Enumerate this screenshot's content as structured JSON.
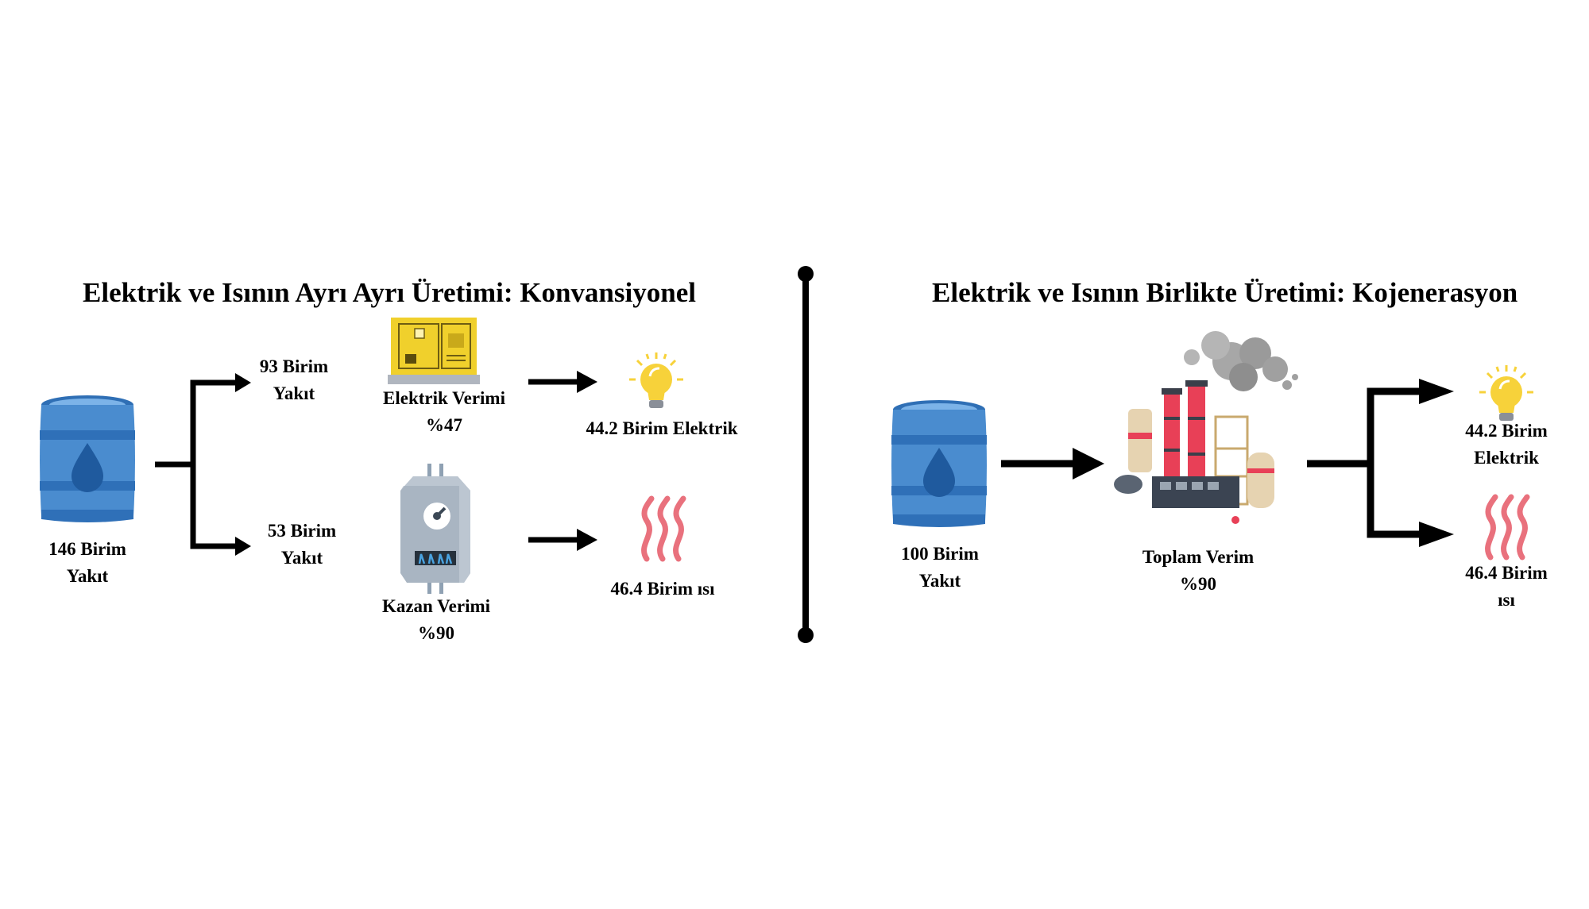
{
  "left": {
    "title": "Elektrik ve Isının Ayrı Ayrı Üretimi: Konvansiyonel",
    "fuel": {
      "line1": "146 Birim",
      "line2": "Yakıt"
    },
    "branch_elec": {
      "line1": "93 Birim",
      "line2": "Yakıt"
    },
    "branch_heat": {
      "line1": "53 Birim",
      "line2": "Yakıt"
    },
    "elec_eff": {
      "line1": "Elektrik Verimi",
      "line2": "%47"
    },
    "boiler_eff": {
      "line1": "Kazan Verimi",
      "line2": "%90"
    },
    "out_elec": "44.2 Birim Elektrik",
    "out_heat": "46.4 Birim ısı"
  },
  "right": {
    "title": "Elektrik ve Isının Birlikte Üretimi: Kojenerasyon",
    "fuel": {
      "line1": "100 Birim",
      "line2": "Yakıt"
    },
    "total_eff": {
      "line1": "Toplam Verim",
      "line2": "%90"
    },
    "out_elec": {
      "line1": "44.2 Birim",
      "line2": "Elektrik"
    },
    "out_heat": {
      "line1": "46.4 Birim",
      "line2": "ısı"
    }
  },
  "icons": [
    "oil-barrel-icon",
    "generator-icon",
    "boiler-icon",
    "light-bulb-icon",
    "heat-waves-icon",
    "factory-icon"
  ],
  "colors": {
    "barrel": "#4a8ccf",
    "barrel_band": "#2f70b8",
    "generator": "#f0d02c",
    "boiler": "#a9b5c2",
    "bulb": "#f7d23a",
    "heat": "#e9717d",
    "chimney": "#e84057"
  }
}
